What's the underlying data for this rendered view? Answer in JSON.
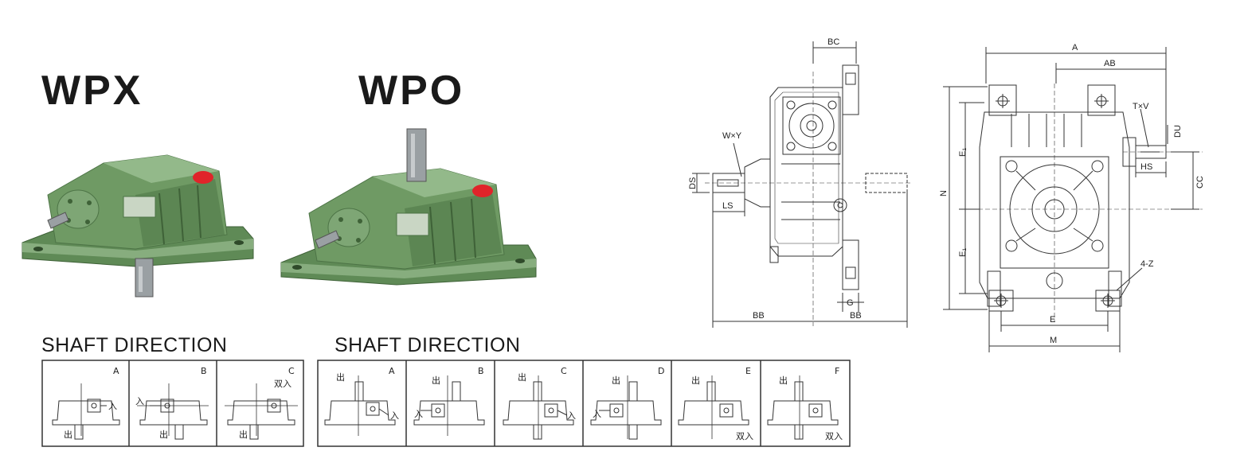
{
  "models": {
    "wpx": {
      "title": "WPX"
    },
    "wpo": {
      "title": "WPO"
    }
  },
  "colors": {
    "housing_green": "#6f9a64",
    "housing_dark": "#4d7446",
    "housing_light": "#93b98a",
    "red_cap": "#e0242a",
    "shaft_grey": "#9aa0a3",
    "line": "#333333"
  },
  "shaft_direction": {
    "wpx": {
      "title": "SHAFT DIRECTION",
      "cells": [
        {
          "letter": "A",
          "in_label": "入",
          "out_label": "出"
        },
        {
          "letter": "B",
          "in_label": "入",
          "out_label": "出"
        },
        {
          "letter": "C",
          "in_label": "双入",
          "out_label": "出"
        }
      ]
    },
    "wpo": {
      "title": "SHAFT DIRECTION",
      "cells": [
        {
          "letter": "A",
          "in_label": "入",
          "out_label": "出"
        },
        {
          "letter": "B",
          "in_label": "入",
          "out_label": "出"
        },
        {
          "letter": "C",
          "in_label": "入",
          "out_label": "出"
        },
        {
          "letter": "D",
          "in_label": "入",
          "out_label": "出"
        },
        {
          "letter": "E",
          "in_label": "双入",
          "out_label": "出"
        },
        {
          "letter": "F",
          "in_label": "双入",
          "out_label": "出"
        }
      ]
    }
  },
  "side_view": {
    "labels": {
      "bc": "BC",
      "wxy": "W×Y",
      "ds": "DS",
      "ls": "LS",
      "g": "G",
      "bb_left": "BB",
      "bb_right": "BB"
    }
  },
  "front_view": {
    "labels": {
      "a": "A",
      "ab": "AB",
      "txv": "T×V",
      "du": "DU",
      "hs": "HS",
      "cc": "CC",
      "n": "N",
      "e1_top": "E₁",
      "e1_bottom": "E₁",
      "z": "4-Z",
      "e": "E",
      "m": "M"
    }
  }
}
